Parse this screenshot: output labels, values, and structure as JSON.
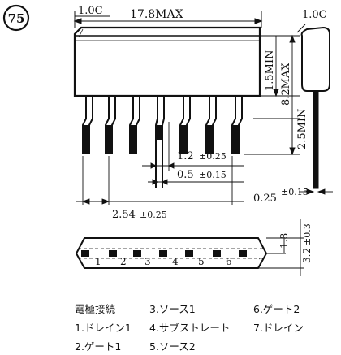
{
  "badge": "75",
  "dimensions": {
    "chamfer_left": "1.0C",
    "chamfer_right": "1.0C",
    "body_length": "17.8MAX",
    "pin_len_min": "1.5MIN",
    "body_height": "8.2MAX",
    "lead_len_min": "2.5MIN",
    "lead_width": "1.2",
    "lead_width_tol": "±0.25",
    "tip_width": "0.5",
    "tip_width_tol": "±0.15",
    "thickness": "0.25",
    "thickness_tol": "±0.15",
    "pitch": "2.54",
    "pitch_tol": "±0.25",
    "bottom_height": "1.8",
    "bottom_thick": "3.2",
    "bottom_thick_tol": "±0.3"
  },
  "pins": [
    "1",
    "2",
    "3",
    "4",
    "5",
    "6",
    "7"
  ],
  "legend": {
    "title": "電極接続",
    "items": [
      "1.ドレイン1",
      "2.ゲート1",
      "3.ソース1",
      "4.サブストレート",
      "5.ソース2",
      "6.ゲート2",
      "7.ドレイン"
    ]
  }
}
